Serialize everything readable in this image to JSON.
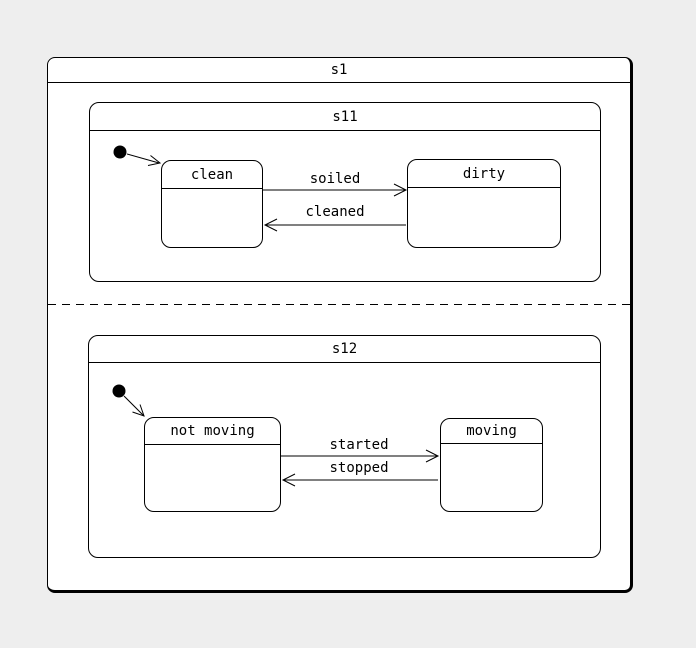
{
  "diagram_type": "UML state machine with two concurrent regions",
  "colors": {
    "canvas_background": "#eeeeee",
    "state_fill": "#ffffff",
    "line_color": "#000000"
  },
  "root_state": {
    "title": "s1"
  },
  "region_top": {
    "composite_state": {
      "title": "s11"
    },
    "states": {
      "left": "clean",
      "right": "dirty"
    },
    "transitions": {
      "forward": {
        "label": "soiled",
        "from": "clean",
        "to": "dirty"
      },
      "backward": {
        "label": "cleaned",
        "from": "dirty",
        "to": "clean"
      }
    }
  },
  "region_bottom": {
    "composite_state": {
      "title": "s12"
    },
    "states": {
      "left": "not moving",
      "right": "moving"
    },
    "transitions": {
      "forward": {
        "label": "started",
        "from": "not moving",
        "to": "moving"
      },
      "backward": {
        "label": "stopped",
        "from": "moving",
        "to": "not moving"
      }
    }
  }
}
